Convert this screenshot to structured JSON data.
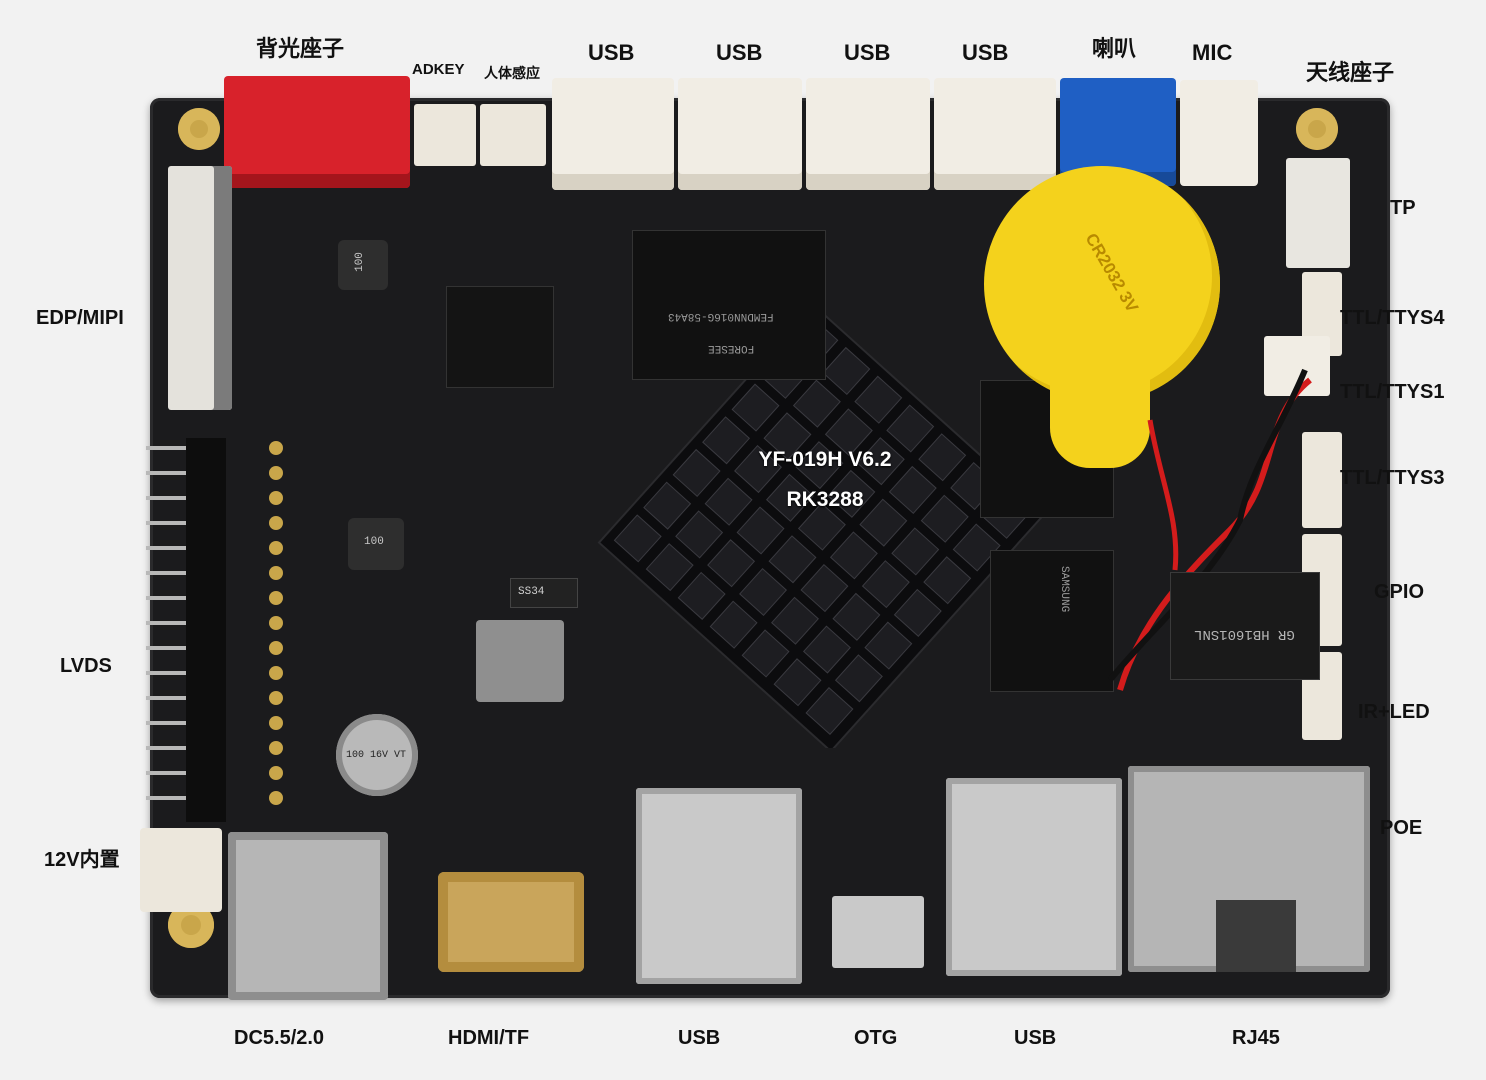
{
  "labels": {
    "backlight": "背光座子",
    "adkey": "ADKEY",
    "body_sensor": "人体感应",
    "usb_top_1": "USB",
    "usb_top_2": "USB",
    "usb_top_3": "USB",
    "usb_top_4": "USB",
    "speaker": "喇叭",
    "mic": "MIC",
    "antenna": "天线座子",
    "tp": "TP",
    "edp_mipi": "EDP/MIPI",
    "ttl_ttys4": "TTL/TTYS4",
    "ttl_ttys1": "TTL/TTYS1",
    "ttl_ttys3": "TTL/TTYS3",
    "gpio": "GPIO",
    "lvds": "LVDS",
    "ir_led": "IR+LED",
    "poe": "POE",
    "power_12v": "12V内置",
    "dc_jack": "DC5.5/2.0",
    "hdmi_tf": "HDMI/TF",
    "usb_bottom_1": "USB",
    "otg": "OTG",
    "usb_bottom_2": "USB",
    "rj45": "RJ45"
  },
  "heatsink": {
    "model": "YF-019H V6.2",
    "soc": "RK3288"
  },
  "silkscreen": {
    "flash_chip": "FORESEE",
    "flash_part": "FEMDNN016G-58A43",
    "dram_brand": "SAMSUNG",
    "inductor_1": "100",
    "inductor_2": "100",
    "diode": "SS34",
    "cap": "100 16V VT",
    "eth_magnetics": "GR HB1601SNL",
    "battery": "CR2032 3V"
  },
  "colors": {
    "pcb": "#1b1b1d",
    "backlight_connector": "#d8222b",
    "speaker_connector": "#1f5fc4",
    "battery": "#f4d21c",
    "white_connector": "#f1ede4",
    "metal": "#c9c9c9"
  }
}
